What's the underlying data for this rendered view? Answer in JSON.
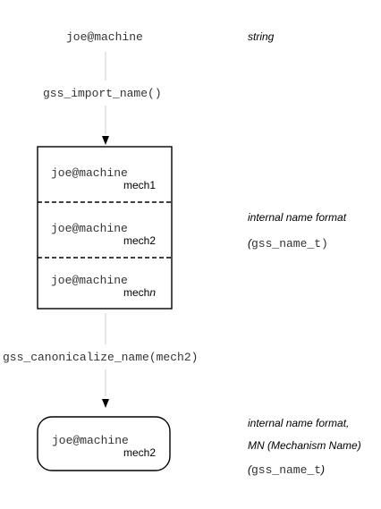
{
  "input_name": "joe@machine",
  "label_string": "string",
  "call_import": "gss_import_name()",
  "internal": {
    "entries": [
      {
        "name": "joe@machine",
        "mech_prefix": "mech1",
        "mech_suffix": ""
      },
      {
        "name": "joe@machine",
        "mech_prefix": "mech2",
        "mech_suffix": ""
      },
      {
        "name": "joe@machine",
        "mech_prefix": "mech",
        "mech_suffix": "n"
      }
    ],
    "label_format": "internal name format",
    "label_type_open": "(",
    "label_type_code": "gss_name_t",
    "label_type_close": ")"
  },
  "call_canonicalize": "gss_canonicalize_name(mech2)",
  "mn": {
    "name": "joe@machine",
    "mech": "mech2",
    "label_format": "internal name format,",
    "label_mn": "MN (Mechanism Name)",
    "label_type_open": "(",
    "label_type_code": "gss_name_t",
    "label_type_close": ")"
  },
  "colors": {
    "text_mono": "#333333",
    "text_label": "#000000",
    "stroke": "#000000",
    "connector": "#cccccc"
  }
}
